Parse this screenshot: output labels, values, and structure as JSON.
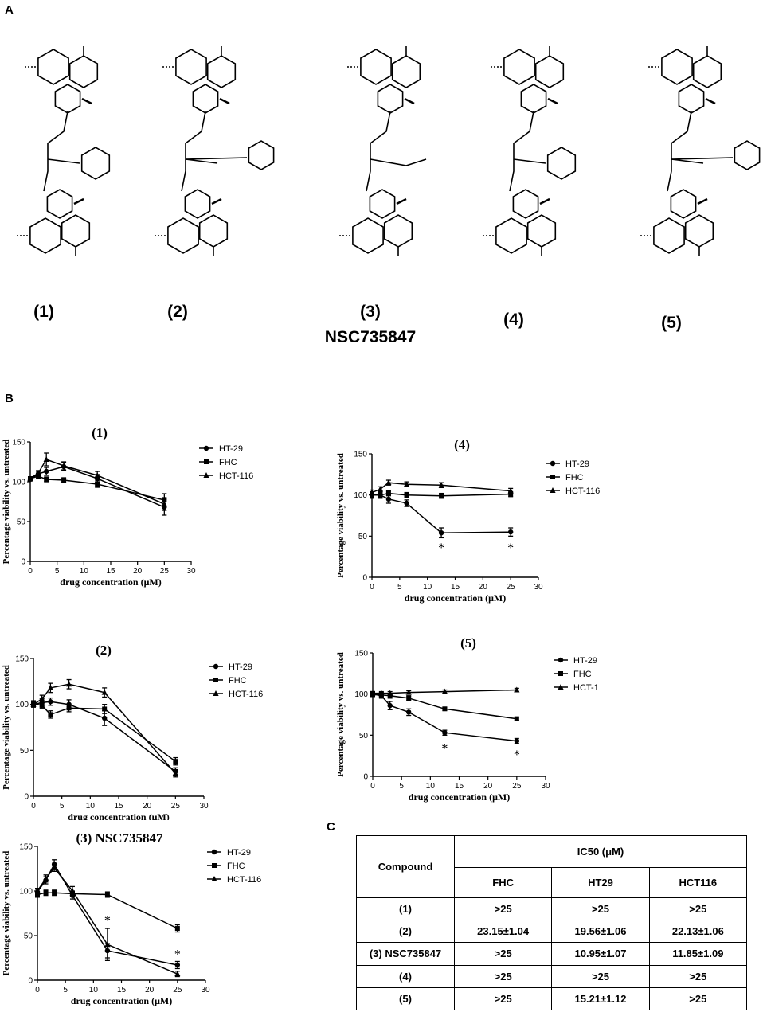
{
  "panels": {
    "a": "A",
    "b": "B",
    "c": "C"
  },
  "compounds": {
    "labels": [
      "(1)",
      "(2)",
      "(3)",
      "(4)",
      "(5)"
    ],
    "nsc": "NSC735847"
  },
  "axis_text": {
    "ylabel": "Percentage viability vs. untreated",
    "xlabel": "drug concentration (μM)"
  },
  "chart_data": [
    {
      "type": "line",
      "title": "(1)",
      "xlabel": "drug concentration (μM)",
      "ylabel": "Percentage viability vs. untreated",
      "xlim": [
        0,
        30
      ],
      "ylim": [
        0,
        150
      ],
      "xticks": [
        0,
        5,
        10,
        15,
        20,
        25,
        30
      ],
      "yticks": [
        0,
        50,
        100,
        150
      ],
      "legend_position": "right",
      "series": [
        {
          "name": "HT-29",
          "marker": "circle",
          "x": [
            0,
            1.5,
            3,
            6.25,
            12.5,
            25
          ],
          "y": [
            103,
            110,
            113,
            119,
            104,
            68
          ],
          "err": [
            2,
            3,
            5,
            5,
            5,
            10
          ]
        },
        {
          "name": "FHC",
          "marker": "square",
          "x": [
            0,
            1.5,
            3,
            6.25,
            12.5,
            25
          ],
          "y": [
            104,
            107,
            103,
            102,
            97,
            77
          ],
          "err": [
            2,
            3,
            3,
            3,
            4,
            8
          ]
        },
        {
          "name": "HCT-116",
          "marker": "triangle",
          "x": [
            0,
            1.5,
            3,
            6.25,
            12.5,
            25
          ],
          "y": [
            104,
            111,
            128,
            120,
            108,
            72
          ],
          "err": [
            2,
            3,
            8,
            5,
            5,
            8
          ]
        }
      ],
      "annotations": []
    },
    {
      "type": "line",
      "title": "(2)",
      "xlabel": "drug concentration (μM)",
      "ylabel": "Percentage viability vs. untreated",
      "xlim": [
        0,
        30
      ],
      "ylim": [
        0,
        150
      ],
      "xticks": [
        0,
        5,
        10,
        15,
        20,
        25,
        30
      ],
      "yticks": [
        0,
        50,
        100,
        150
      ],
      "legend_position": "right",
      "series": [
        {
          "name": "HT-29",
          "marker": "circle",
          "x": [
            0,
            1.5,
            3,
            6.25,
            12.5,
            25
          ],
          "y": [
            100,
            102,
            103,
            100,
            85,
            27
          ],
          "err": [
            3,
            4,
            4,
            5,
            8,
            4
          ]
        },
        {
          "name": "FHC",
          "marker": "square",
          "x": [
            0,
            1.5,
            3,
            6.25,
            12.5,
            25
          ],
          "y": [
            101,
            99,
            89,
            96,
            95,
            38
          ],
          "err": [
            3,
            3,
            4,
            4,
            5,
            4
          ]
        },
        {
          "name": "HCT-116",
          "marker": "triangle",
          "x": [
            0,
            1.5,
            3,
            6.25,
            12.5,
            25
          ],
          "y": [
            100,
            106,
            118,
            122,
            113,
            25
          ],
          "err": [
            3,
            4,
            5,
            5,
            5,
            4
          ]
        }
      ],
      "annotations": []
    },
    {
      "type": "line",
      "title": "(3) NSC735847",
      "xlabel": "drug concentration (μM)",
      "ylabel": "Percentage viability vs. untreated",
      "xlim": [
        0,
        30
      ],
      "ylim": [
        0,
        150
      ],
      "xticks": [
        0,
        5,
        10,
        15,
        20,
        25,
        30
      ],
      "yticks": [
        0,
        50,
        100,
        150
      ],
      "legend_position": "right",
      "series": [
        {
          "name": "HT-29",
          "marker": "circle",
          "x": [
            0,
            1.5,
            3,
            6.25,
            12.5,
            25
          ],
          "y": [
            99,
            112,
            130,
            95,
            33,
            17
          ],
          "err": [
            3,
            4,
            5,
            4,
            8,
            4
          ]
        },
        {
          "name": "FHC",
          "marker": "square",
          "x": [
            0,
            1.5,
            3,
            6.25,
            12.5,
            25
          ],
          "y": [
            96,
            98,
            98,
            97,
            96,
            58
          ],
          "err": [
            3,
            3,
            3,
            3,
            3,
            4
          ]
        },
        {
          "name": "HCT-116",
          "marker": "triangle",
          "x": [
            0,
            1.5,
            3,
            6.25,
            12.5,
            25
          ],
          "y": [
            100,
            114,
            126,
            100,
            40,
            7
          ],
          "err": [
            3,
            4,
            4,
            5,
            18,
            3
          ]
        }
      ],
      "annotations": [
        {
          "text": "*",
          "x": 12.5,
          "y": 68
        },
        {
          "text": "*",
          "x": 25,
          "y": 30
        }
      ]
    },
    {
      "type": "line",
      "title": "(4)",
      "xlabel": "drug concentration (μM)",
      "ylabel": "Percentage viability vs. untreated",
      "xlim": [
        0,
        30
      ],
      "ylim": [
        0,
        150
      ],
      "xticks": [
        0,
        5,
        10,
        15,
        20,
        25,
        30
      ],
      "yticks": [
        0,
        50,
        100,
        150
      ],
      "legend_position": "right",
      "series": [
        {
          "name": "HT-29",
          "marker": "circle",
          "x": [
            0,
            1.5,
            3,
            6.25,
            12.5,
            25
          ],
          "y": [
            100,
            100,
            95,
            90,
            54,
            55
          ],
          "err": [
            4,
            4,
            5,
            4,
            6,
            5
          ]
        },
        {
          "name": "FHC",
          "marker": "square",
          "x": [
            0,
            1.5,
            3,
            6.25,
            12.5,
            25
          ],
          "y": [
            100,
            100,
            102,
            100,
            99,
            101
          ],
          "err": [
            3,
            3,
            3,
            3,
            3,
            3
          ]
        },
        {
          "name": "HCT-116",
          "marker": "triangle",
          "x": [
            0,
            1.5,
            3,
            6.25,
            12.5,
            25
          ],
          "y": [
            103,
            107,
            115,
            113,
            112,
            105
          ],
          "err": [
            3,
            3,
            3,
            3,
            3,
            3
          ]
        }
      ],
      "annotations": [
        {
          "text": "*",
          "x": 12.5,
          "y": 37
        },
        {
          "text": "*",
          "x": 25,
          "y": 37
        }
      ]
    },
    {
      "type": "line",
      "title": "(5)",
      "xlabel": "drug concentration (μM)",
      "ylabel": "Percentage viability vs. untreated",
      "xlim": [
        0,
        30
      ],
      "ylim": [
        0,
        150
      ],
      "xticks": [
        0,
        5,
        10,
        15,
        20,
        25,
        30
      ],
      "yticks": [
        0,
        50,
        100,
        150
      ],
      "legend_position": "right",
      "series": [
        {
          "name": "HT-29",
          "marker": "circle",
          "x": [
            0,
            1.5,
            3,
            6.25,
            12.5,
            25
          ],
          "y": [
            100,
            98,
            86,
            78,
            53,
            43
          ],
          "err": [
            3,
            3,
            5,
            4,
            3,
            3
          ]
        },
        {
          "name": "FHC",
          "marker": "square",
          "x": [
            0,
            1.5,
            3,
            6.25,
            12.5,
            25
          ],
          "y": [
            100,
            99,
            98,
            95,
            82,
            70
          ],
          "err": [
            3,
            3,
            3,
            3,
            2,
            2
          ]
        },
        {
          "name": "HCT-1",
          "marker": "triangle",
          "x": [
            0,
            1.5,
            3,
            6.25,
            12.5,
            25
          ],
          "y": [
            101,
            101,
            101,
            102,
            103,
            105
          ],
          "err": [
            2,
            2,
            2,
            2,
            2,
            2
          ]
        }
      ],
      "annotations": [
        {
          "text": "*",
          "x": 12.5,
          "y": 35
        },
        {
          "text": "*",
          "x": 25,
          "y": 27
        }
      ]
    },
    {
      "type": "table",
      "title": "IC50 (μM)",
      "corner_header": "Compound",
      "columns": [
        "FHC",
        "HT29",
        "HCT116"
      ],
      "rows": [
        {
          "compound": "(1)",
          "values": [
            ">25",
            ">25",
            ">25"
          ]
        },
        {
          "compound": "(2)",
          "values": [
            "23.15±1.04",
            "19.56±1.06",
            "22.13±1.06"
          ]
        },
        {
          "compound": "(3) NSC735847",
          "values": [
            ">25",
            "10.95±1.07",
            "11.85±1.09"
          ]
        },
        {
          "compound": "(4)",
          "values": [
            ">25",
            ">25",
            ">25"
          ]
        },
        {
          "compound": "(5)",
          "values": [
            ">25",
            "15.21±1.12",
            ">25"
          ]
        }
      ]
    }
  ]
}
